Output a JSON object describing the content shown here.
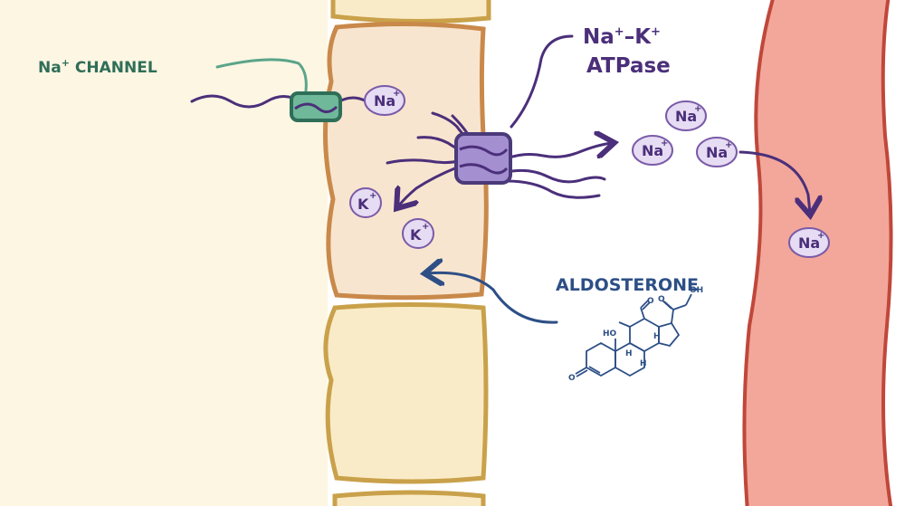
{
  "labels": {
    "na_channel_prefix": "Na",
    "na_channel_sup": "+",
    "na_channel_suffix": "CHANNEL",
    "atpase_line1_a": "Na",
    "atpase_line1_sup1": "+",
    "atpase_line1_dash": "–K",
    "atpase_line1_sup2": "+",
    "atpase_line2": "ATPase",
    "aldosterone": "ALDOSTERONE"
  },
  "ions": {
    "na_symbol": "Na",
    "k_symbol": "K",
    "charge": "+"
  },
  "molecule": {
    "ho": "HO",
    "oh": "OH",
    "o": "O",
    "h": "H"
  },
  "colors": {
    "lumen": "#fdf6e3",
    "cell_fill_active": "#f8e5cf",
    "cell_fill": "#faebc8",
    "cell_border_active": "#c9894a",
    "cell_border": "#c9a14a",
    "blood": "#f2a79a",
    "blood_border": "#c0473a",
    "ion_fill": "#e6dcf3",
    "ion_stroke": "#7a5aa8",
    "ion_text": "#4b2f7a",
    "channel": "#6fb89a",
    "channel_border": "#2f6e58",
    "pump": "#a48fd0",
    "pump_border": "#4b3a7a",
    "label_green": "#2f6e58",
    "label_purple": "#4b2f7a",
    "label_blue": "#2d4f86"
  }
}
